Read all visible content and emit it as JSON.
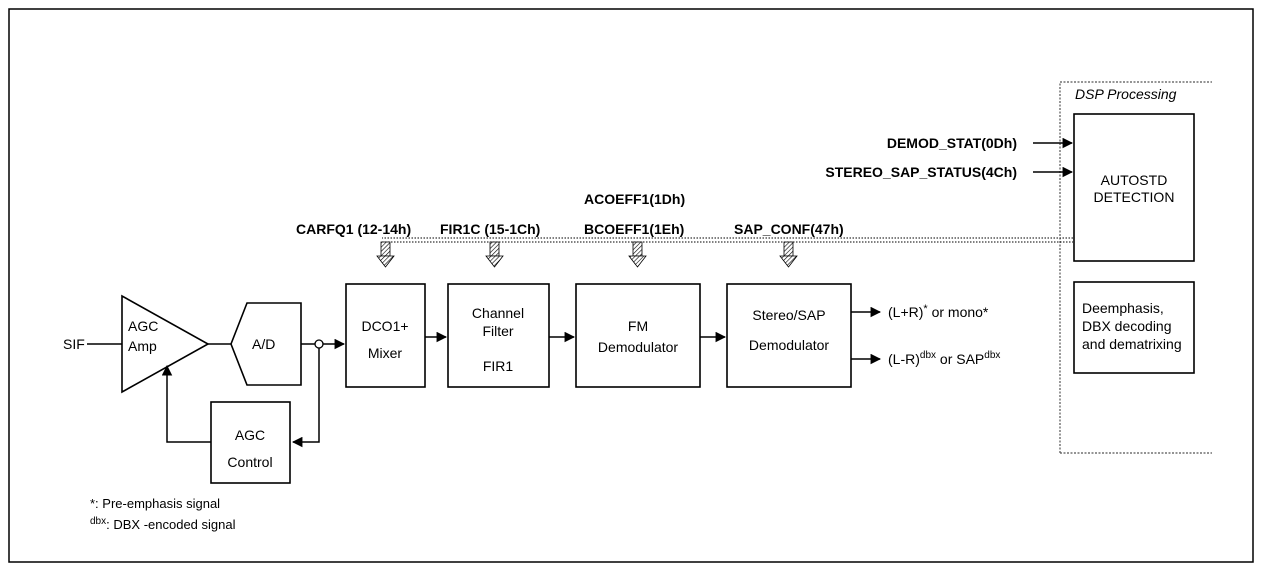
{
  "labels": {
    "sif": "SIF",
    "agc_amp_line1": "AGC",
    "agc_amp_line2": "Amp",
    "ad": "A/D",
    "agc_control_line1": "AGC",
    "agc_control_line2": "Control",
    "dco_line1": "DCO1+",
    "dco_line2": "Mixer",
    "chfilter_line1": "Channel",
    "chfilter_line2": "Filter",
    "chfilter_line3": "FIR1",
    "fm_line1": "FM",
    "fm_line2": "Demodulator",
    "stereo_line1": "Stereo/SAP",
    "stereo_line2": "Demodulator",
    "dsp_processing": "DSP Processing",
    "autostd_line1": "AUTOSTD",
    "autostd_line2": "DETECTION",
    "deemph_line1": "Deemphasis,",
    "deemph_line2": "DBX decoding",
    "deemph_line3": "and dematrixing"
  },
  "registers": {
    "carfq1": "CARFQ1 (12-14h)",
    "fir1c": "FIR1C (15-1Ch)",
    "acoeff1": "ACOEFF1(1Dh)",
    "bcoeff1": "BCOEFF1(1Eh)",
    "sap_conf": "SAP_CONF(47h)",
    "demod_stat": "DEMOD_STAT(0Dh)",
    "stereo_sap_status": "STEREO_SAP_STATUS(4Ch)"
  },
  "outputs": {
    "lr_sum_prefix": "(L+R)",
    "lr_sum_sup": "*",
    "lr_sum_suffix": " or mono*",
    "lr_diff_prefix": "(L-R)",
    "lr_diff_sup": "dbx",
    "lr_diff_mid": " or SAP",
    "lr_diff_sup2": "dbx"
  },
  "footnotes": {
    "note1": "*: Pre-emphasis signal",
    "note2_sup": "dbx",
    "note2_text": ": DBX -encoded signal"
  }
}
